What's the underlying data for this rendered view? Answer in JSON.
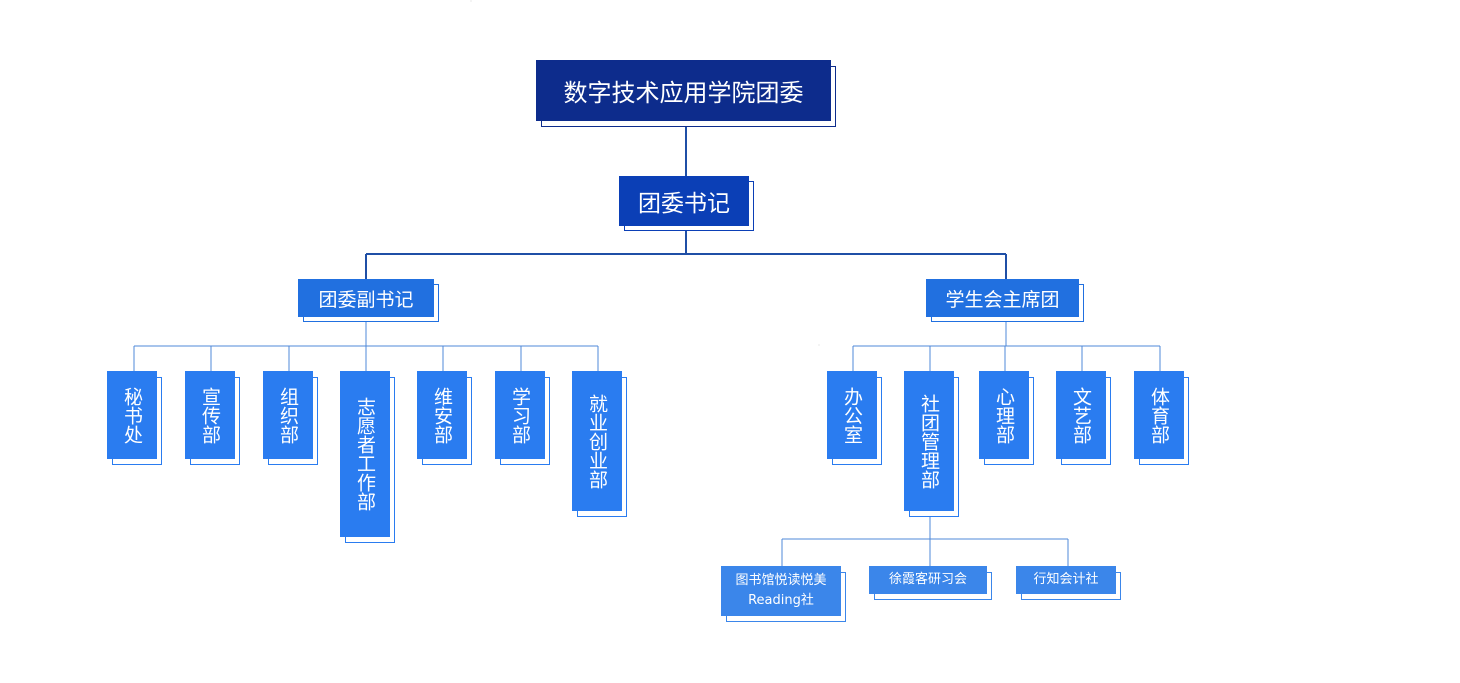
{
  "root": {
    "label": "数字技术应用学院团委"
  },
  "secretary": {
    "label": "团委书记"
  },
  "branches": {
    "left": {
      "label": "团委副书记",
      "departments": [
        "秘书处",
        "宣传部",
        "组织部",
        "志愿者工作部",
        "维安部",
        "学习部",
        "就业创业部"
      ]
    },
    "right": {
      "label": "学生会主席团",
      "departments": [
        "办公室",
        "社团管理部",
        "心理部",
        "文艺部",
        "体育部"
      ]
    }
  },
  "clubs": {
    "parent": "社团管理部",
    "items": [
      "图书馆悦读悦美Reading社",
      "徐霞客研习会",
      "行知会计社"
    ]
  },
  "colors": {
    "root": "#0d2c8c",
    "secretary": "#0b3fb6",
    "branch": "#2170e0",
    "department": "#2a7cf0",
    "club": "#3b86ea",
    "connector": "#2a5fb8"
  }
}
